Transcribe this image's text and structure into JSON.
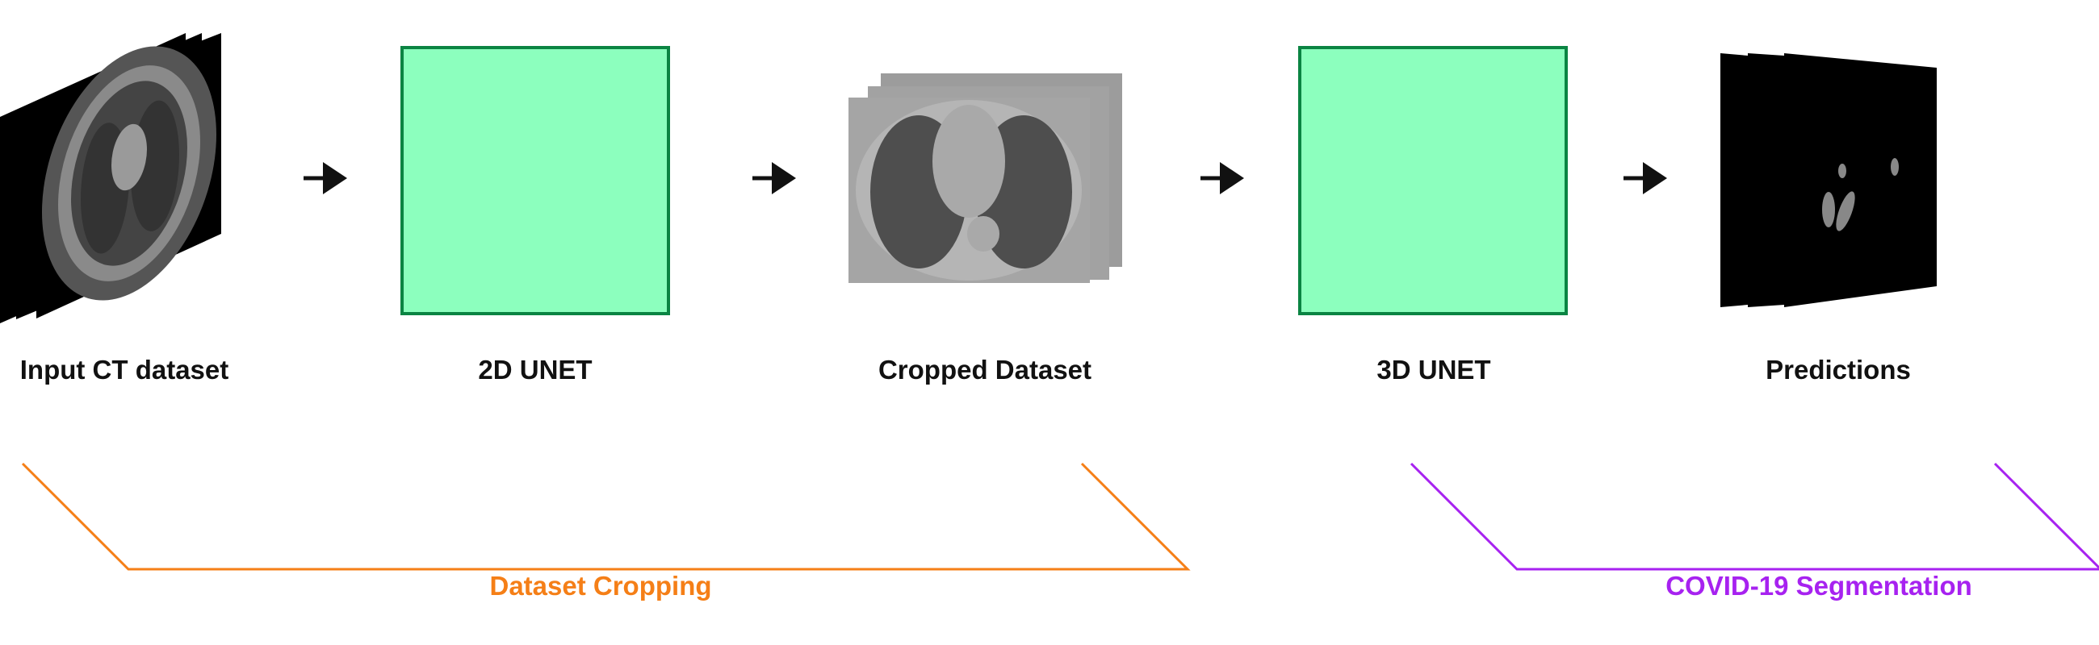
{
  "stages": [
    {
      "label": "Input CT dataset"
    },
    {
      "label": "2D UNET"
    },
    {
      "label": "Cropped Dataset"
    },
    {
      "label": "3D UNET"
    },
    {
      "label": "Predictions"
    }
  ],
  "groups": [
    {
      "label": "Dataset Cropping",
      "color": "#f57f17"
    },
    {
      "label": "COVID-19 Segmentation",
      "color": "#a722f0"
    }
  ],
  "colors": {
    "model_fill": "#8cffbe",
    "model_border": "#0b8443"
  }
}
